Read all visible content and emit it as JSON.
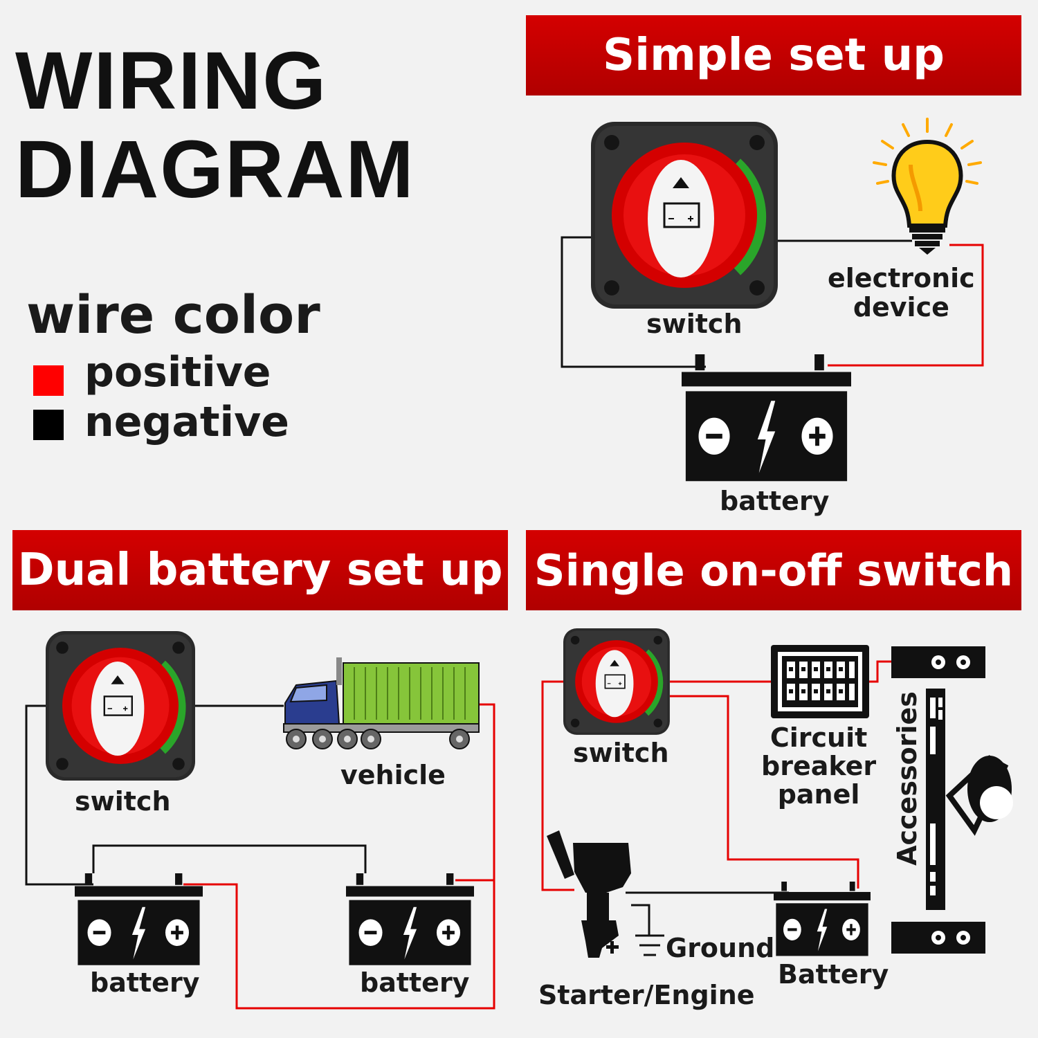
{
  "title": {
    "line1": "WIRING",
    "line2": "DIAGRAM"
  },
  "legend": {
    "heading": "wire color",
    "positive": "positive",
    "negative": "negative",
    "positive_color": "#ff0000",
    "negative_color": "#000000"
  },
  "panels": {
    "simple": {
      "banner": "Simple set up",
      "switch": "switch",
      "device": "electronic\ndevice",
      "battery": "battery"
    },
    "dual": {
      "banner": "Dual battery set up",
      "switch": "switch",
      "vehicle": "vehicle",
      "battery1": "battery",
      "battery2": "battery"
    },
    "single": {
      "banner": "Single on-off switch",
      "switch": "switch",
      "breaker": "Circuit\nbreaker\npanel",
      "accessories": "Accessories",
      "ground": "Ground",
      "starter": "Starter/Engine",
      "battery": "Battery"
    }
  },
  "colors": {
    "banner_red": "#c00000",
    "wire_red": "#e60000",
    "wire_black": "#111111"
  }
}
